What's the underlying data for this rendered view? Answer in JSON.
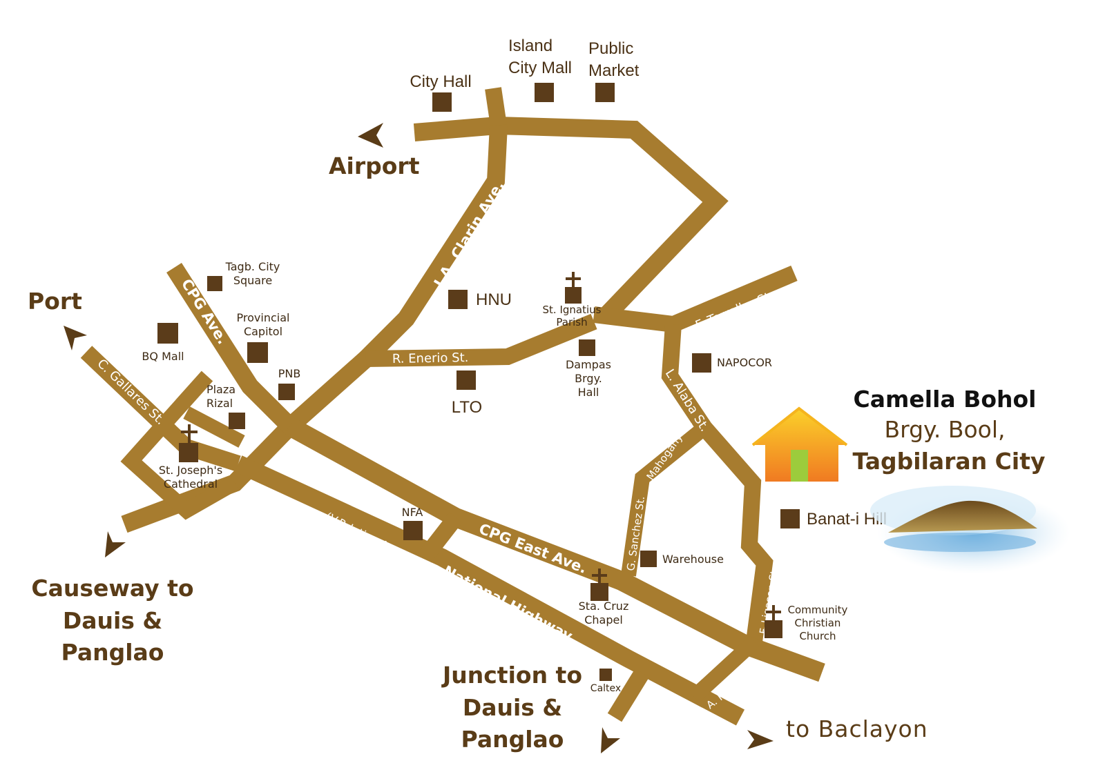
{
  "destinations": {
    "airport": "Airport",
    "port": "Port",
    "causeway": [
      "Causeway to",
      "Dauis &",
      "Panglao"
    ],
    "junction": [
      "Junction to",
      "Dauis &",
      "Panglao"
    ],
    "baclayon": "to Baclayon"
  },
  "roads": {
    "ja_clarin": "J.A. Clarin Ave.",
    "cpg_ave": "CPG Ave.",
    "c_gallares": "C. Gallares St.",
    "r_enerio": "R. Enerio St.",
    "f_torralba": "F. Torralba St.",
    "l_alaba": "L. Alaba St.",
    "mahogany": "Mahogany St.",
    "g_sanchez": "G. Sanchez St.",
    "cpg_east": "CPG East Ave.",
    "vp_inting": "(V.P. Inting Ave.)",
    "national_highway": "National Highway",
    "f_ligason": "F. Ligason St.",
    "a_pahang": "A. Pahang St."
  },
  "landmarks": {
    "city_hall": "City Hall",
    "island_city_mall": [
      "Island",
      "City Mall"
    ],
    "public_market": [
      "Public",
      "Market"
    ],
    "tagb_city_square": [
      "Tagb. City",
      "Square"
    ],
    "provincial_capitol": [
      "Provincial",
      "Capitol"
    ],
    "bq_mall": "BQ Mall",
    "pnb": "PNB",
    "plaza_rizal": [
      "Plaza",
      "Rizal"
    ],
    "st_josephs": [
      "St. Joseph's",
      "Cathedral"
    ],
    "hnu": "HNU",
    "st_ignatius": [
      "St. Ignatius",
      "Parish"
    ],
    "dampas": [
      "Dampas",
      "Brgy.",
      "Hall"
    ],
    "lto": "LTO",
    "napocor": "NAPOCOR",
    "nfa": "NFA",
    "warehouse": "Warehouse",
    "sta_cruz": [
      "Sta. Cruz",
      "Chapel"
    ],
    "community_church": [
      "Community",
      "Christian",
      "Church"
    ],
    "caltex": "Caltex",
    "banat_i_hill": "Banat-i Hill"
  },
  "camella": {
    "title": "Camella Bohol",
    "line1": "Brgy. Bool,",
    "line2": "Tagbilaran City"
  },
  "colors": {
    "road": "#a77c2f",
    "landmark": "#5b3c1a",
    "label": "#5a3c17",
    "house_roof": "#f7c325",
    "house_body": "#f28c28",
    "house_door": "#9ccc3c",
    "hill": "#8a6a2a",
    "water": "#7fb8dd"
  }
}
